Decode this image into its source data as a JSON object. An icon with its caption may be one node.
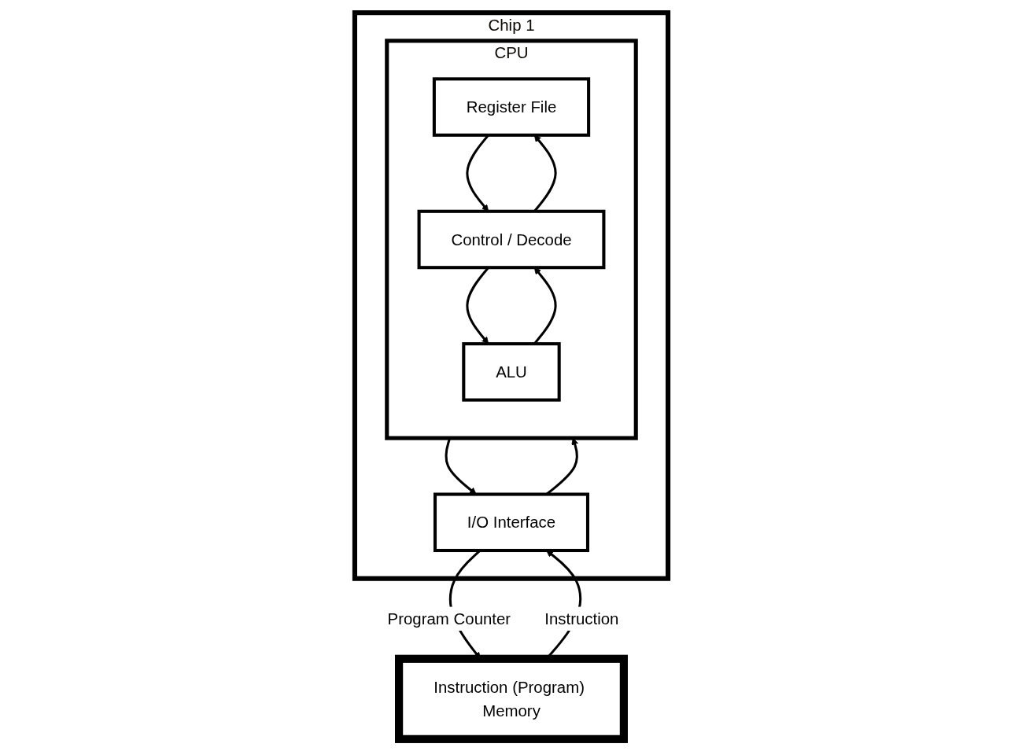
{
  "diagram": {
    "nodes": [
      {
        "text": [
          "Chip 1"
        ]
      },
      {
        "text": [
          "CPU"
        ],
        "in": 0
      },
      {
        "text": [
          "Register File"
        ],
        "in": 1
      },
      {
        "text": [
          "ALU"
        ],
        "in": 1
      },
      {
        "text": [
          "Control / Decode"
        ],
        "in": 1
      },
      {
        "text": [
          "I/O Interface"
        ],
        "in": 0
      },
      {
        "text": [
          "Instruction (Program) Memory"
        ]
      }
    ],
    "edges": [
      {
        "from": 2,
        "to": 4,
        "arrow": "to"
      },
      {
        "from": 4,
        "to": 2,
        "arrow": "to"
      },
      {
        "from": 3,
        "to": 4,
        "arrow": "to"
      },
      {
        "from": 4,
        "to": 3,
        "arrow": "to"
      },
      {
        "from": 1,
        "to": 5,
        "arrow": "to"
      },
      {
        "from": 5,
        "to": 1,
        "arrow": "to"
      },
      {
        "from": 5,
        "to": 6,
        "arrow": "to",
        "label": "Program Counter"
      },
      {
        "from": 6,
        "to": 5,
        "arrow": "to",
        "label": "Instruction"
      }
    ]
  }
}
